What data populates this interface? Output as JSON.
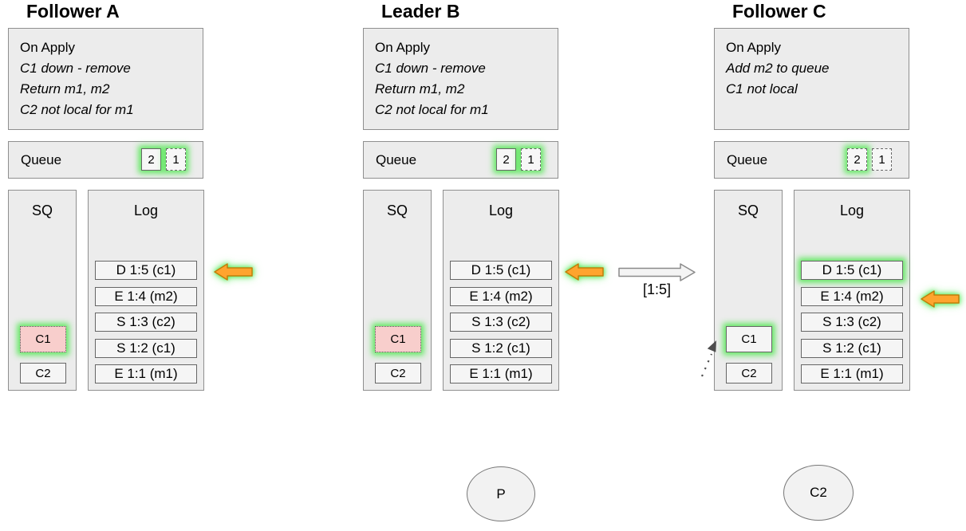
{
  "colors": {
    "accent_orange_fill": "#ffa42e",
    "accent_orange_border": "#c07e0a",
    "glow_green": "#4ae84a",
    "pink_highlight_fill": "#f8cecc",
    "panel_fill": "#ececec",
    "item_fill": "#f5f5f5",
    "border_gray": "#8f8f8f",
    "replication_arrow_fill": "#f4f4f4"
  },
  "columns": [
    {
      "title": "Follower A",
      "on_apply": {
        "header": "On Apply",
        "lines": [
          "C1 down - remove",
          "Return m1, m2",
          "C2 not local for m1"
        ]
      },
      "queue": {
        "label": "Queue",
        "items": [
          {
            "label": "2",
            "border": "solid",
            "glow": true
          },
          {
            "label": "1",
            "border": "dashed",
            "glow": true
          }
        ]
      },
      "sq": {
        "title": "SQ",
        "items": [
          {
            "label": "C1",
            "highlight": "pink-dotted",
            "glow": true
          },
          {
            "label": "C2",
            "highlight": "none",
            "glow": false
          }
        ]
      },
      "log": {
        "title": "Log",
        "entries": [
          {
            "text": "D 1:5 (c1)",
            "glow": false
          },
          {
            "text": "E 1:4 (m2)",
            "glow": false
          },
          {
            "text": "S 1:3 (c2)",
            "glow": false
          },
          {
            "text": "S 1:2 (c1)",
            "glow": false
          },
          {
            "text": "E 1:1 (m1)",
            "glow": false
          }
        ]
      },
      "pointer_arrow": {
        "direction": "left",
        "aligned_entry": "D 1:5 (c1)",
        "glow": true
      }
    },
    {
      "title": "Leader B",
      "on_apply": {
        "header": "On Apply",
        "lines": [
          "C1 down - remove",
          "Return m1, m2",
          "C2 not local for m1"
        ]
      },
      "queue": {
        "label": "Queue",
        "items": [
          {
            "label": "2",
            "border": "solid",
            "glow": true
          },
          {
            "label": "1",
            "border": "dashed",
            "glow": true
          }
        ]
      },
      "sq": {
        "title": "SQ",
        "items": [
          {
            "label": "C1",
            "highlight": "pink-dotted",
            "glow": true
          },
          {
            "label": "C2",
            "highlight": "none",
            "glow": false
          }
        ]
      },
      "log": {
        "title": "Log",
        "entries": [
          {
            "text": "D 1:5 (c1)",
            "glow": false
          },
          {
            "text": "E 1:4 (m2)",
            "glow": false
          },
          {
            "text": "S 1:3 (c2)",
            "glow": false
          },
          {
            "text": "S 1:2 (c1)",
            "glow": false
          },
          {
            "text": "E 1:1 (m1)",
            "glow": false
          }
        ]
      },
      "pointer_arrow": {
        "direction": "left",
        "aligned_entry": "D 1:5 (c1)",
        "glow": true
      }
    },
    {
      "title": "Follower C",
      "on_apply": {
        "header": "On Apply",
        "lines": [
          "Add m2 to queue",
          "C1 not local"
        ]
      },
      "queue": {
        "label": "Queue",
        "items": [
          {
            "label": "2",
            "border": "dashed",
            "glow": true
          },
          {
            "label": "1",
            "border": "dashed",
            "glow": false
          }
        ]
      },
      "sq": {
        "title": "SQ",
        "items": [
          {
            "label": "C1",
            "highlight": "none",
            "glow": true
          },
          {
            "label": "C2",
            "highlight": "none",
            "glow": false
          }
        ]
      },
      "log": {
        "title": "Log",
        "entries": [
          {
            "text": "D 1:5 (c1)",
            "glow": true
          },
          {
            "text": "E 1:4 (m2)",
            "glow": false
          },
          {
            "text": "S 1:3 (c2)",
            "glow": false
          },
          {
            "text": "S 1:2 (c1)",
            "glow": false
          },
          {
            "text": "E 1:1 (m1)",
            "glow": false
          }
        ]
      },
      "pointer_arrow": {
        "direction": "left",
        "aligned_entry": "E 1:4 (m2)",
        "glow": true
      }
    }
  ],
  "replication_arrow": {
    "label": "[1:5]",
    "direction": "right"
  },
  "nodes": [
    {
      "label": "P"
    },
    {
      "label": "C2"
    }
  ]
}
